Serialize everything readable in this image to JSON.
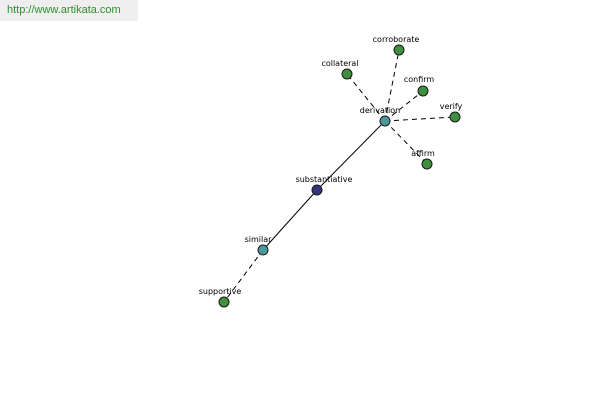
{
  "header": {
    "url": "http://www.artikata.com"
  },
  "colors": {
    "leaf": "#3f8f3f",
    "hub": "#4a9a9a",
    "center": "#34347a"
  },
  "graph": {
    "nodes": [
      {
        "id": "corroborate",
        "label": "corroborate",
        "kind": "leaf"
      },
      {
        "id": "collateral",
        "label": "collateral",
        "kind": "leaf"
      },
      {
        "id": "confirm",
        "label": "confirm",
        "kind": "leaf"
      },
      {
        "id": "derivation",
        "label": "derivation",
        "kind": "hub"
      },
      {
        "id": "verify",
        "label": "verify",
        "kind": "leaf"
      },
      {
        "id": "affirm",
        "label": "affirm",
        "kind": "leaf"
      },
      {
        "id": "substantiative",
        "label": "substantiative",
        "kind": "center"
      },
      {
        "id": "similar",
        "label": "similar",
        "kind": "hub"
      },
      {
        "id": "supportive",
        "label": "supportive",
        "kind": "leaf"
      }
    ],
    "edges": [
      {
        "from": "substantiative",
        "to": "derivation",
        "style": "solid"
      },
      {
        "from": "substantiative",
        "to": "similar",
        "style": "solid"
      },
      {
        "from": "similar",
        "to": "supportive",
        "style": "dashed"
      },
      {
        "from": "derivation",
        "to": "corroborate",
        "style": "dashed"
      },
      {
        "from": "derivation",
        "to": "collateral",
        "style": "dashed"
      },
      {
        "from": "derivation",
        "to": "confirm",
        "style": "dashed"
      },
      {
        "from": "derivation",
        "to": "verify",
        "style": "dashed"
      },
      {
        "from": "derivation",
        "to": "affirm",
        "style": "dashed"
      }
    ]
  }
}
